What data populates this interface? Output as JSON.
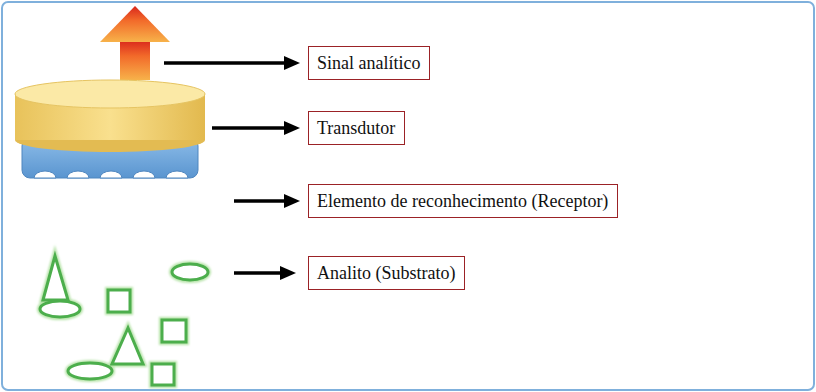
{
  "diagram": {
    "nodes": [
      {
        "text": [
          "Sinal analítico"
        ]
      },
      {
        "text": [
          "Transdutor"
        ]
      },
      {
        "text": [
          "Elemento de reconhecimento (Receptor)"
        ]
      },
      {
        "text": [
          "Analito (Substrato)"
        ]
      }
    ]
  }
}
